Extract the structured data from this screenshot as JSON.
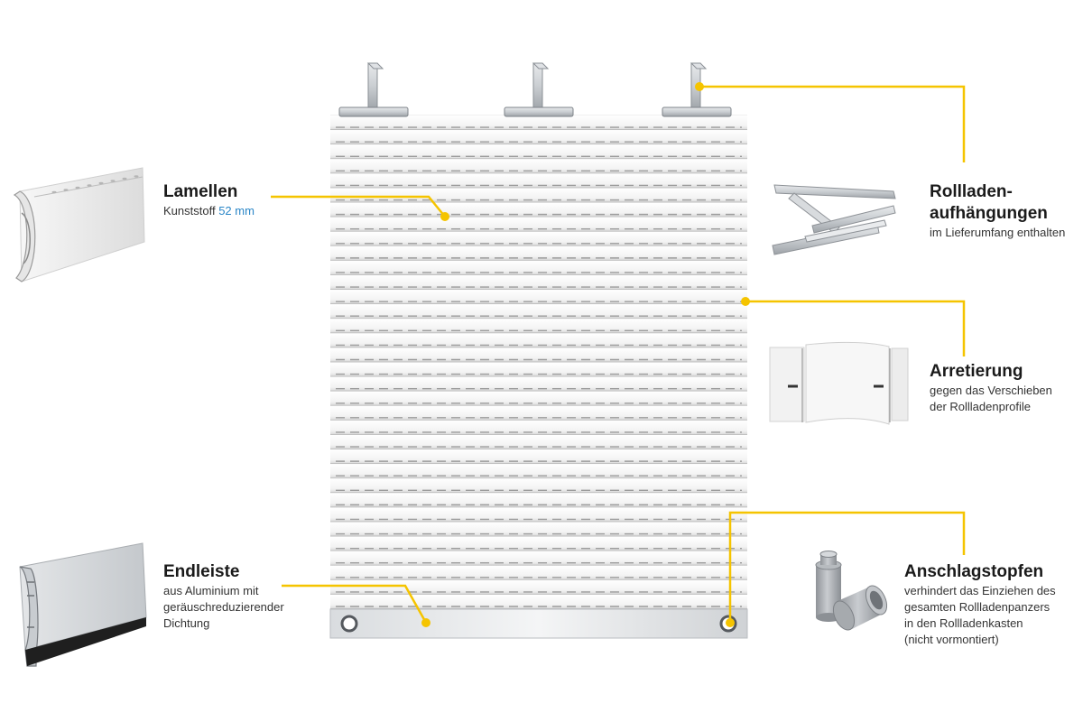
{
  "colors": {
    "callout": "#f5c400",
    "accent_text": "#2a86c7",
    "slat": "#ffffff",
    "slat_shadow": "#c9c9c9",
    "metal": "#b8bcc2"
  },
  "callouts": {
    "lamellen": {
      "title": "Lamellen",
      "desc_prefix": "Kunststoff",
      "desc_accent": "52 mm"
    },
    "aufhaengungen": {
      "title_line1": "Rollladen-",
      "title_line2": "aufhängungen",
      "desc": "im Lieferumfang enthalten"
    },
    "arretierung": {
      "title": "Arretierung",
      "desc_line1": "gegen das Verschieben",
      "desc_line2": "der Rollladenprofile"
    },
    "endleiste": {
      "title": "Endleiste",
      "desc_line1": "aus Aluminium mit",
      "desc_line2": "geräuschreduzierender",
      "desc_line3": "Dichtung"
    },
    "anschlagstopfen": {
      "title": "Anschlagstopfen",
      "desc_line1": "verhindert das Einziehen des",
      "desc_line2": "gesamten Rollladenpanzers",
      "desc_line3": "in den Rollladenkasten",
      "desc_line4": "(nicht vormontiert)"
    }
  }
}
